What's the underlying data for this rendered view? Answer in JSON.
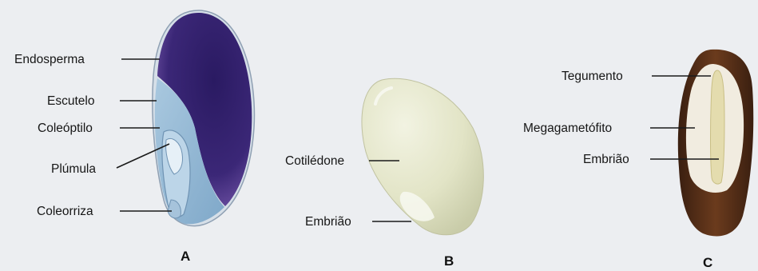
{
  "panels": [
    {
      "letter": "A",
      "labels": [
        "Endosperma",
        "Escutelo",
        "Coleóptilo",
        "Plúmula",
        "Coleorriza"
      ]
    },
    {
      "letter": "B",
      "labels": [
        "Cotilédone",
        "Embrião"
      ]
    },
    {
      "letter": "C",
      "labels": [
        "Tegumento",
        "Megagametófito",
        "Embrião"
      ]
    }
  ],
  "colors": {
    "background": "#eceef1",
    "endosperm_purple": "#3f2a78",
    "scutellum_blue": "#8fb6d4",
    "cotyledon_cream": "#e4e6c9",
    "seed_coat_brown": "#4a2a17",
    "megagametophyte": "#f1ece0"
  }
}
